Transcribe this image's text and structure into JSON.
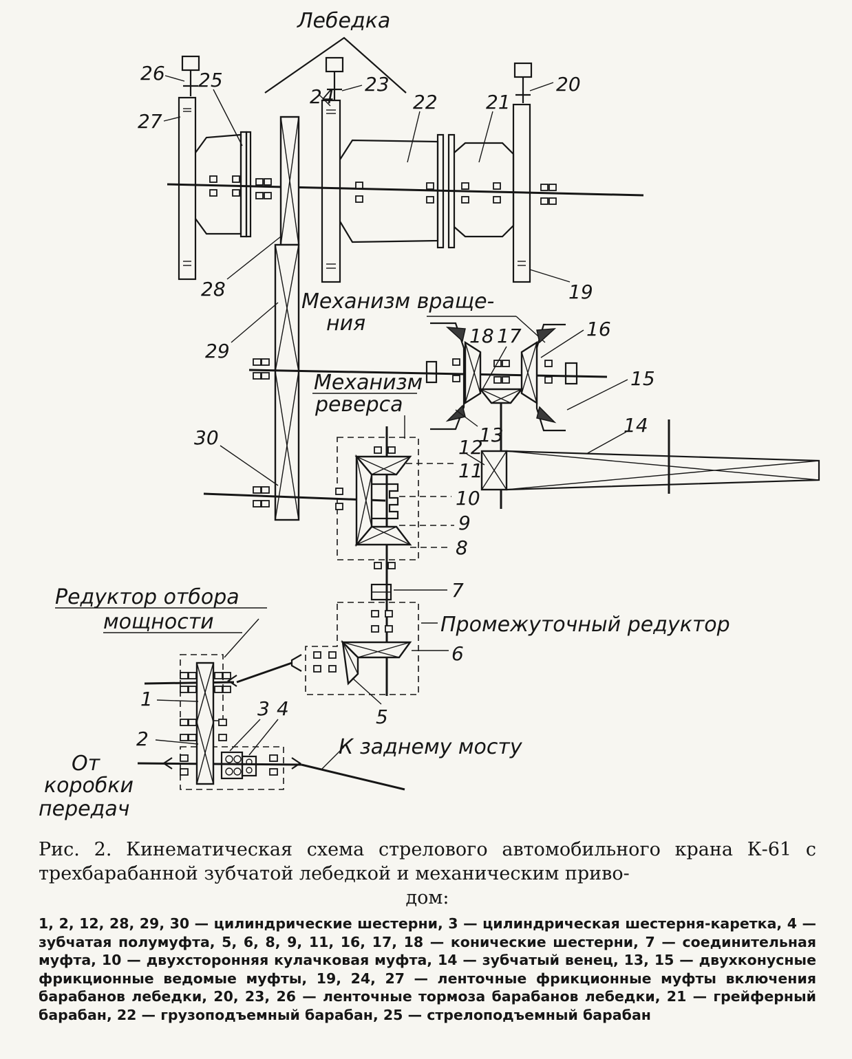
{
  "labels": {
    "lebedka": "Лебедка",
    "mech_vrash_1": "Механизм враще-",
    "mech_vrash_2": "ния",
    "mech_rev_1": "Механизм",
    "mech_rev_2": "реверса",
    "reduktor_1": "Редуктор отбора",
    "reduktor_2": "мощности",
    "promezh": "Промежуточный редуктор",
    "k_zadnemu": "К заднему мосту",
    "ot_1": "От",
    "ot_2": "коробки",
    "ot_3": "передач"
  },
  "numbers": {
    "n1": "1",
    "n2": "2",
    "n3": "3",
    "n4": "4",
    "n5": "5",
    "n6": "6",
    "n7": "7",
    "n8": "8",
    "n9": "9",
    "n10": "10",
    "n11": "11",
    "n12": "12",
    "n13": "13",
    "n14": "14",
    "n15": "15",
    "n16": "16",
    "n17": "17",
    "n18": "18",
    "n19": "19",
    "n20": "20",
    "n21": "21",
    "n22": "22",
    "n23": "23",
    "n24": "24",
    "n25": "25",
    "n26": "26",
    "n27": "27",
    "n28": "28",
    "n29": "29",
    "n30": "30"
  },
  "caption": {
    "line1": "Рис. 2. Кинематическая схема стрелового автомобильного крана К-61 с трехбарабанной зубчатой лебедкой и механическим приво-",
    "line2": "дом:"
  },
  "legend": "1, 2, 12, 28, 29, 30 — цилиндрические шестерни, 3 — цилиндрическая шестерня-каретка, 4 — зубчатая полумуфта, 5, 6, 8, 9, 11, 16, 17, 18 — конические шестерни, 7 — соединительная муфта, 10 — двухсторонняя кулачковая муфта, 14 — зубчатый венец, 13, 15 — двухконусные фрикционные ведомые муфты, 19, 24, 27 — ленточные фрикционные муфты включения барабанов лебедки, 20, 23, 26 — ленточные тормоза барабанов лебедки, 21 — грейферный барабан, 22 — грузоподъемный барабан, 25 — стрелоподъемный барабан"
}
